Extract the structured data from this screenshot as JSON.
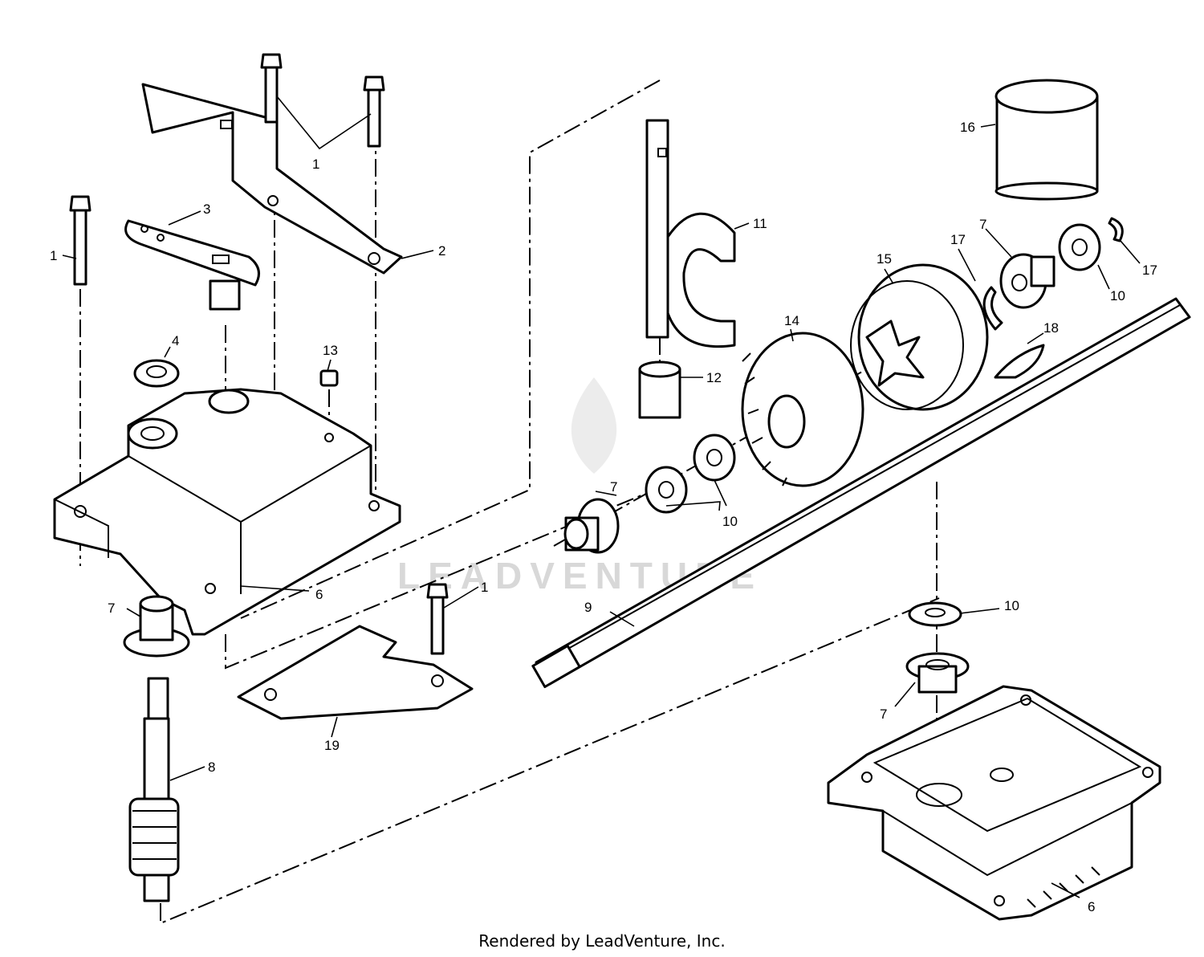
{
  "watermark": "LEADVENTURE",
  "footer": "Rendered by LeadVenture, Inc.",
  "callouts": {
    "c1a": "1",
    "c1b": "1",
    "c1c": "1",
    "c2": "2",
    "c3": "3",
    "c4": "4",
    "c6a": "6",
    "c6b": "6",
    "c7a": "7",
    "c7b": "7",
    "c7c": "7",
    "c7d": "7",
    "c8": "8",
    "c9": "9",
    "c10a": "10",
    "c10b": "10",
    "c10c": "10",
    "c11": "11",
    "c12": "12",
    "c13": "13",
    "c14": "14",
    "c15": "15",
    "c16": "16",
    "c17a": "17",
    "c17b": "17",
    "c18": "18",
    "c19": "19"
  }
}
